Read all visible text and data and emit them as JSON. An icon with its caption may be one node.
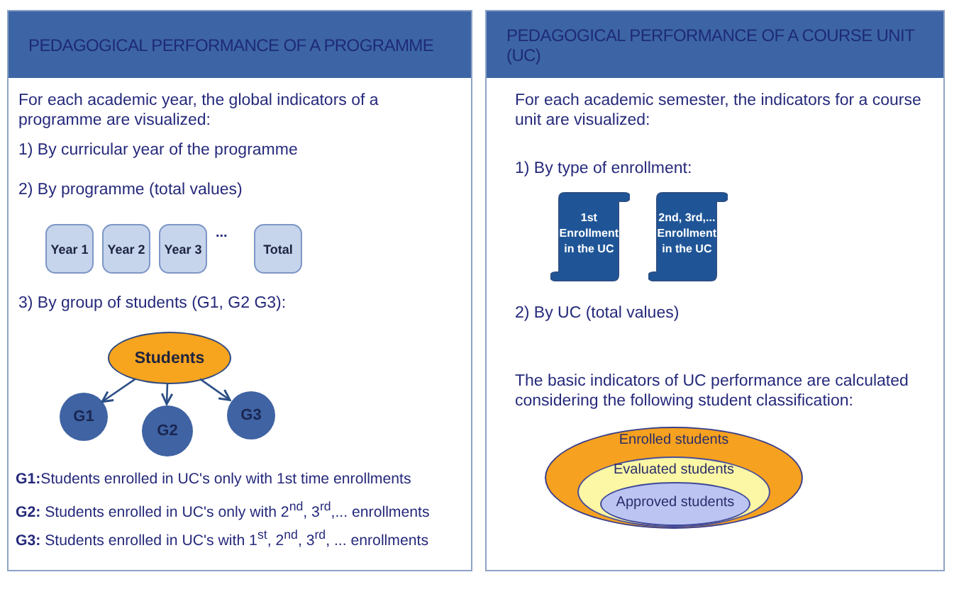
{
  "diagram": {
    "nodes": [
      {
        "text": [
          "PEDAGOGICAL PERFORMANCE OF A PROGRAMME",
          "For each academic year, the global indicators of a programme are visualized:",
          "1) By curricular year of the programme",
          "2) By programme (total values)",
          "3) By group of students (G1, G2 G3):",
          "**G1:**Students enrolled in UC's only with 1st time enrollments",
          "**G2:** Students enrolled in UC's only with 2$^{nd}$, 3$^{rd}$,... enrollments",
          "**G3:** Students enrolled in UC's with 1$^{st}$, 2$^{nd}$, 3$^{rd}$, ... enrollments"
        ]
      },
      {
        "text": [
          "Year 1"
        ],
        "in": 0
      },
      {
        "text": [
          "Year 2"
        ],
        "in": 0
      },
      {
        "text": [
          "Year 3"
        ],
        "in": 0
      },
      {
        "text": [
          "Total"
        ],
        "in": 0
      },
      {
        "text": [
          "Students"
        ],
        "in": 0
      },
      {
        "text": [
          "G1"
        ],
        "in": 0
      },
      {
        "text": [
          "G2"
        ],
        "in": 0
      },
      {
        "text": [
          "G3"
        ],
        "in": 0
      },
      {
        "text": [
          "PEDAGOGICAL PERFORMANCE OF A COURSE UNIT (UC)",
          "For each academic semester, the indicators for a course unit are visualized:",
          "1)  By type of enrollment:",
          "2)  By UC (total values)",
          "The basic indicators of UC performance are calculated considering the following student classification:"
        ]
      },
      {
        "text": [
          "1st Enrollment in the UC"
        ],
        "in": 9
      },
      {
        "text": [
          "2nd, 3rd,... Enrollment in the UC"
        ],
        "in": 9
      },
      {
        "text": [
          "Enrolled students"
        ],
        "in": 9
      },
      {
        "text": [
          "Evaluated students"
        ],
        "in": 12
      },
      {
        "text": [
          "Approved students"
        ],
        "in": 13
      }
    ],
    "edges": [
      {
        "from": 5,
        "to": 6,
        "arrow": "to"
      },
      {
        "from": 5,
        "to": 7,
        "arrow": "to"
      },
      {
        "from": 5,
        "to": 8,
        "arrow": "to"
      }
    ],
    "labels": [
      "..."
    ]
  }
}
